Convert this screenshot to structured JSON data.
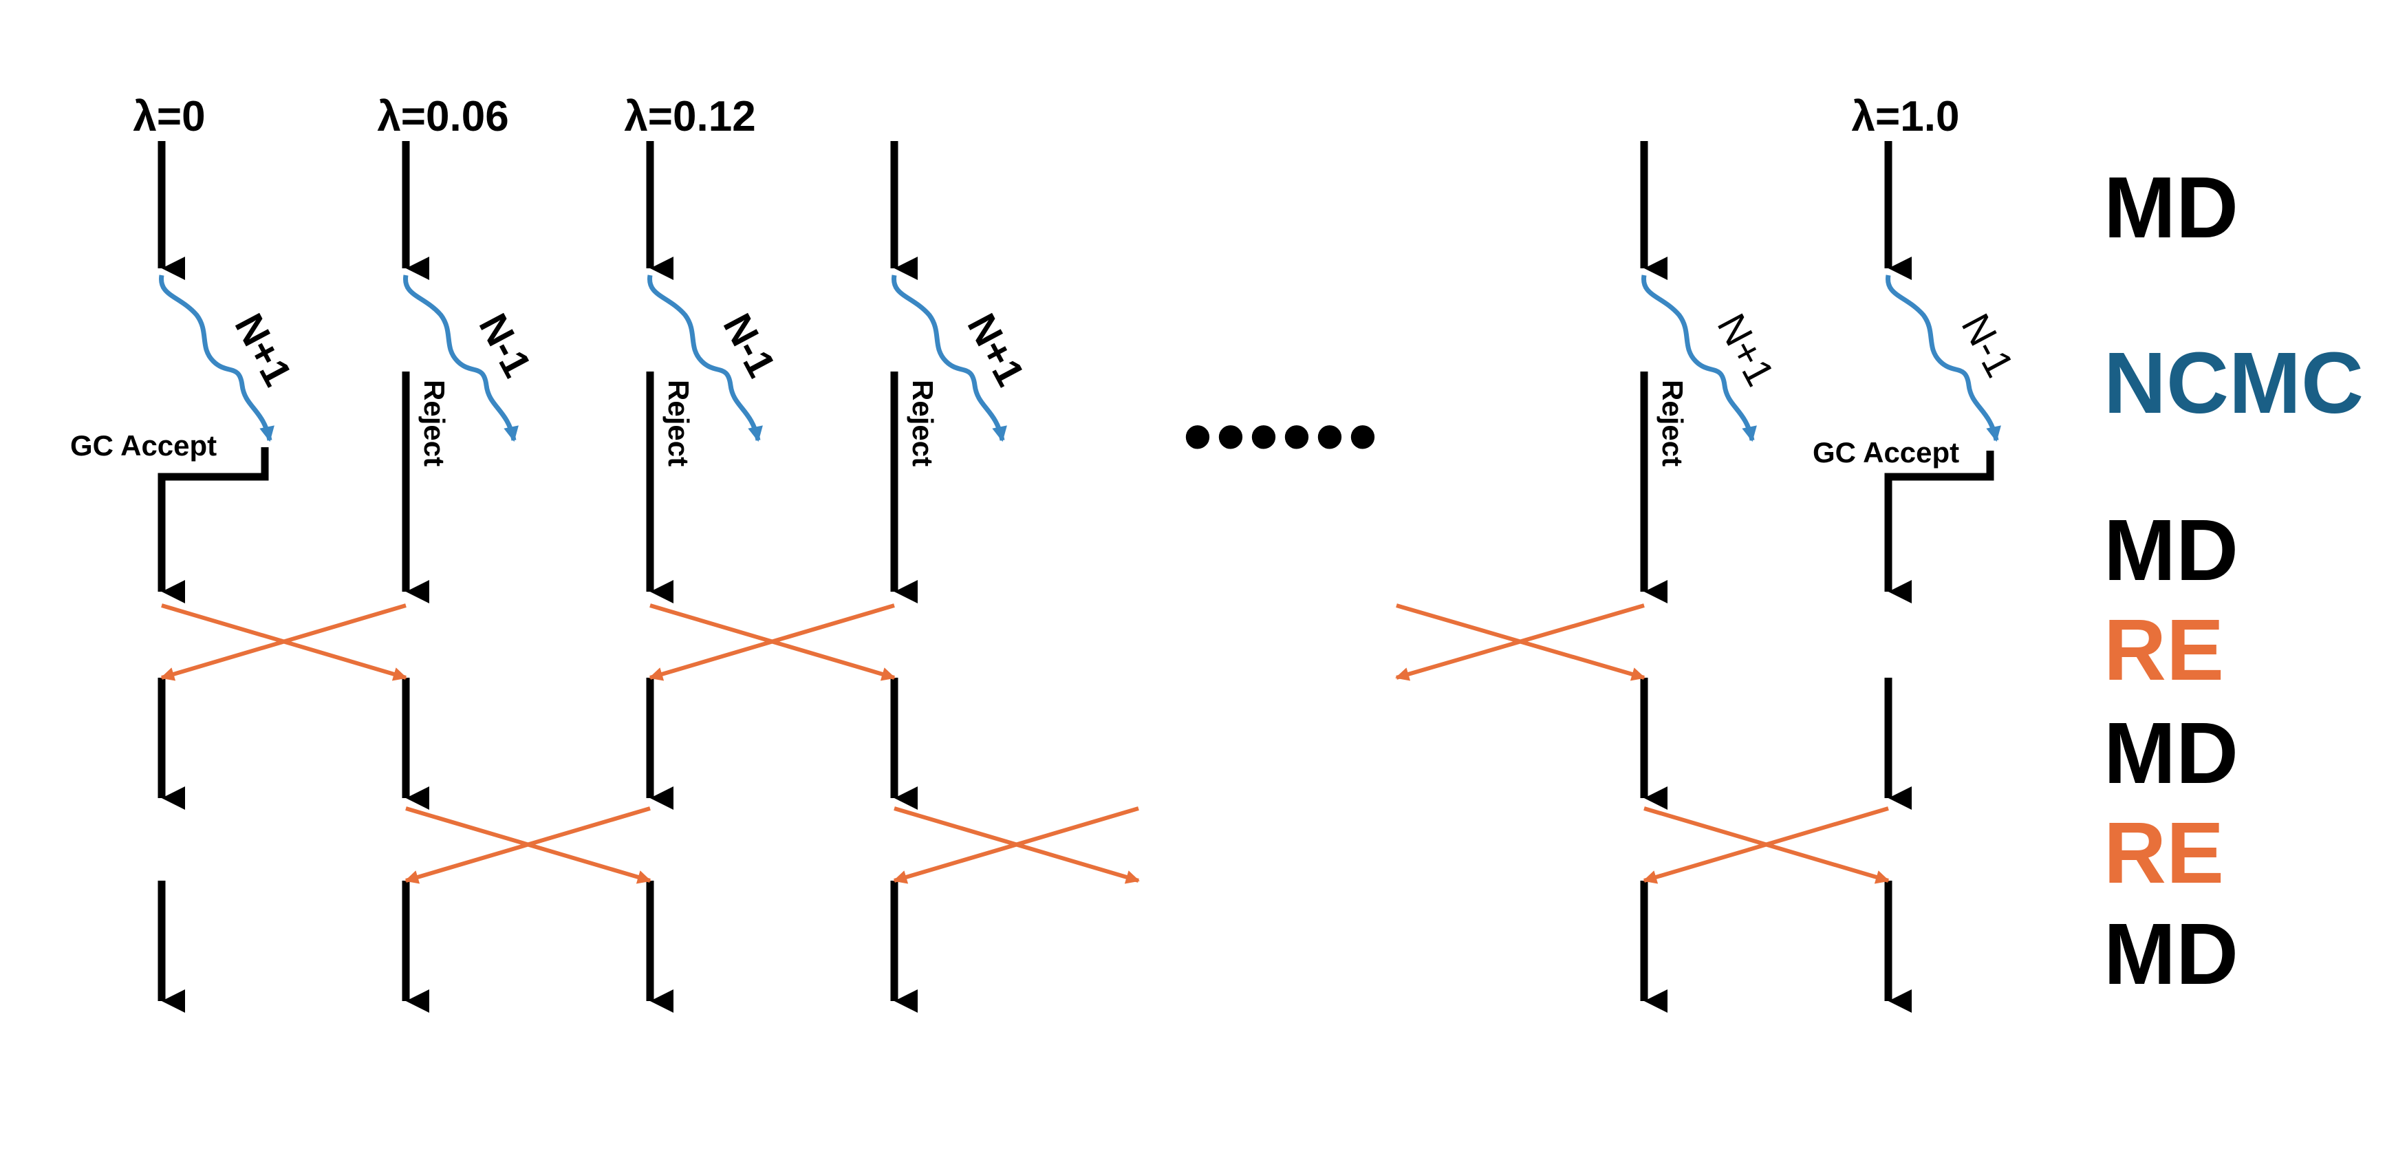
{
  "colors": {
    "md": "#000000",
    "ncmc": "#1a5f86",
    "re": "#e8703a",
    "wave": "#3a87c3",
    "line": "#000000"
  },
  "lambdas": [
    "λ=0",
    "λ=0.06",
    "λ=0.12",
    "",
    "",
    "λ=1.0"
  ],
  "ncmc_moves": [
    "N+1",
    "N-1",
    "N-1",
    "N+1",
    "N+1",
    "N-1"
  ],
  "outcomes": [
    "GC Accept",
    "Reject",
    "Reject",
    "Reject",
    "Reject",
    "GC Accept"
  ],
  "ellipsis": "••••••",
  "steps": [
    {
      "label": "MD",
      "kind": "md"
    },
    {
      "label": "NCMC",
      "kind": "ncmc"
    },
    {
      "label": "MD",
      "kind": "md"
    },
    {
      "label": "RE",
      "kind": "re"
    },
    {
      "label": "MD",
      "kind": "md"
    },
    {
      "label": "RE",
      "kind": "re"
    },
    {
      "label": "MD",
      "kind": "md"
    }
  ]
}
